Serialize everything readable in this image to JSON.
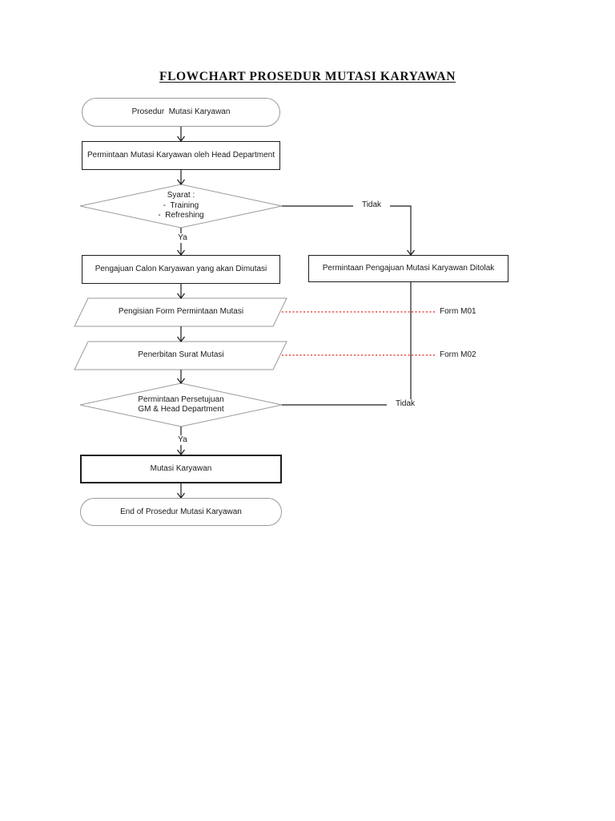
{
  "page": {
    "title": "FLOWCHART PROSEDUR MUTASI KARYAWAN"
  },
  "nodes": {
    "start": {
      "label": "Prosedur  Mutasi Karyawan"
    },
    "request": {
      "label": "Permintaan Mutasi Karyawan oleh Head Department"
    },
    "decision_syarat": {
      "line1": "Syarat :",
      "line2": "-  Training",
      "line3": "-  Refreshing"
    },
    "pengajuan": {
      "label": "Pengajuan Calon Karyawan yang akan Dimutasi"
    },
    "ditolak": {
      "label": "Permintaan Pengajuan Mutasi Karyawan Ditolak"
    },
    "pengisian_form": {
      "label": "Pengisian Form Permintaan Mutasi"
    },
    "penerbitan_surat": {
      "label": "Penerbitan Surat Mutasi"
    },
    "decision_persetujuan": {
      "line1": "Permintaan Persetujuan",
      "line2": "GM & Head Department"
    },
    "mutasi": {
      "label": "Mutasi Karyawan"
    },
    "end": {
      "label": "End of Prosedur Mutasi Karyawan"
    }
  },
  "edge_labels": {
    "ya1": "Ya",
    "tidak1": "Tidak",
    "tidak2": "Tidak",
    "ya2": "Ya"
  },
  "form_refs": {
    "form1": "Form M01",
    "form2": "Form M02"
  },
  "colors": {
    "connector": "#1c1c1c",
    "shape_border_gray": "#9a9a9a",
    "process_border": "#1c1c1c",
    "form_line_red": "#e02418",
    "text": "#1a1a1a",
    "background": "#ffffff"
  }
}
